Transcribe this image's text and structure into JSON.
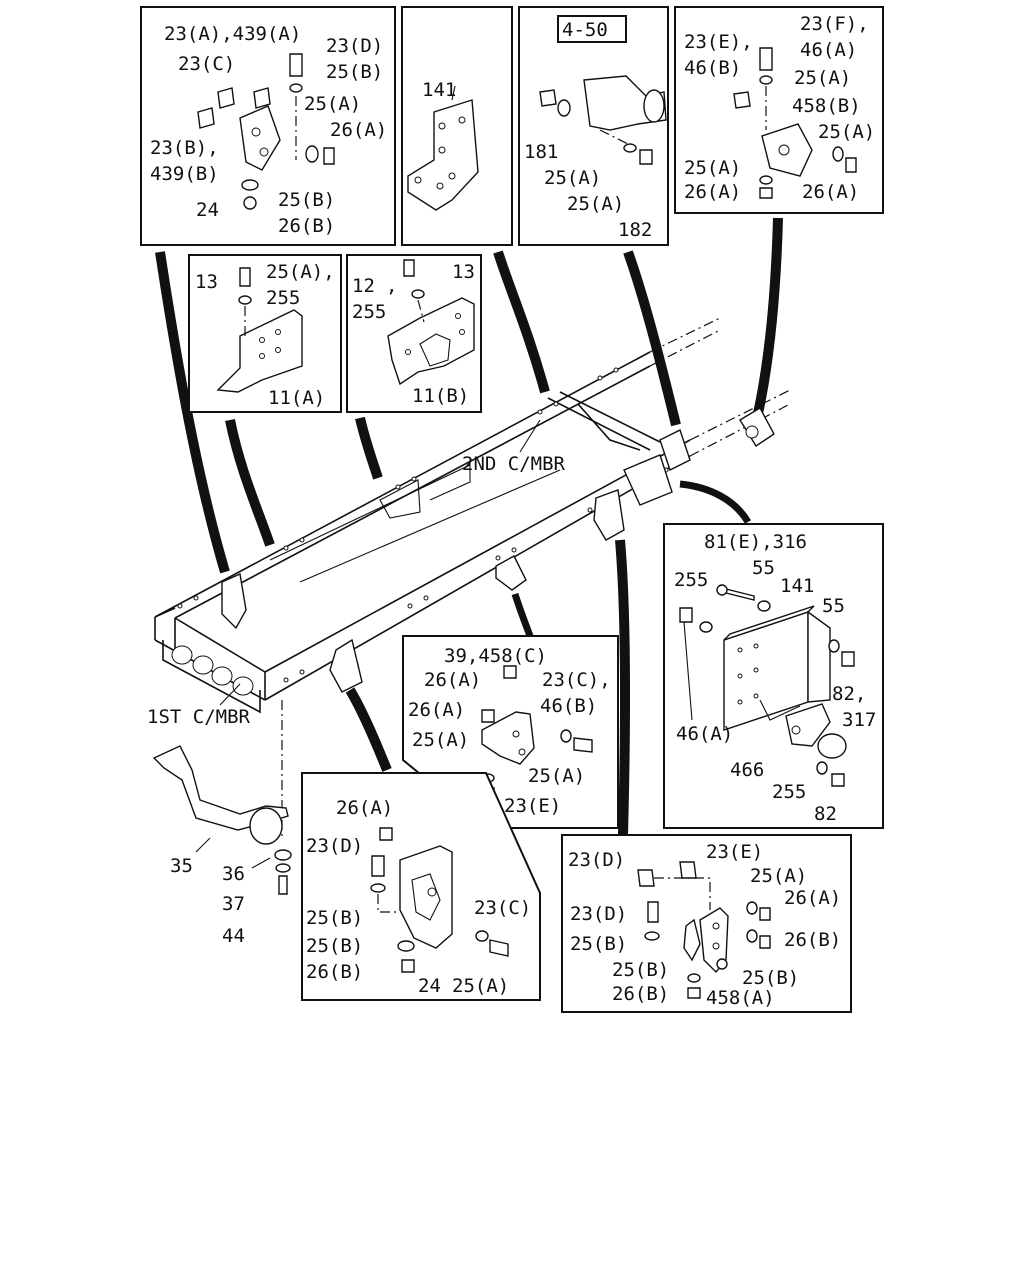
{
  "title": "",
  "member_labels": {
    "first": "1ST C/MBR",
    "second": "2ND C/MBR"
  },
  "panels": {
    "p1": [
      "23(A),439(A)",
      "23(D)",
      "23(C)",
      "25(B)",
      "25(A)",
      "26(A)",
      "23(B),",
      "439(B)",
      "24",
      "25(B)",
      "26(B)"
    ],
    "p2": [
      "141"
    ],
    "p3": [
      "4-50",
      "181",
      "25(A)",
      "25(A)",
      "182"
    ],
    "p4": [
      "23(F),",
      "23(E),",
      "46(A)",
      "46(B)",
      "25(A)",
      "458(B)",
      "25(A)",
      "25(A)",
      "26(A)",
      "26(A)"
    ],
    "p5": [
      "13",
      "25(A),",
      "255",
      "11(A)"
    ],
    "p6": [
      "12",
      ",",
      "13",
      "255",
      "11(B)"
    ],
    "p7": [
      "81(E),316",
      "255",
      "55",
      "141",
      "55",
      "82,",
      "317",
      "46(A)",
      "466",
      "255",
      "82"
    ],
    "p8": [
      "39,458(C)",
      "26(A)",
      "23(C),",
      "26(A)",
      "46(B)",
      "25(A)",
      "25(A)",
      "23(E)"
    ],
    "p9": [
      "26(A)",
      "23(D)",
      "25(B)",
      "23(C)",
      "25(B)",
      "26(B)",
      "24",
      "25(A)"
    ],
    "p10": [
      "23(D)",
      "23(E)",
      "25(A)",
      "26(A)",
      "23(D)",
      "25(B)",
      "26(B)",
      "25(B)",
      "25(B)",
      "26(B)",
      "458(A)"
    ],
    "loose": [
      "35",
      "36",
      "37",
      "44"
    ]
  }
}
